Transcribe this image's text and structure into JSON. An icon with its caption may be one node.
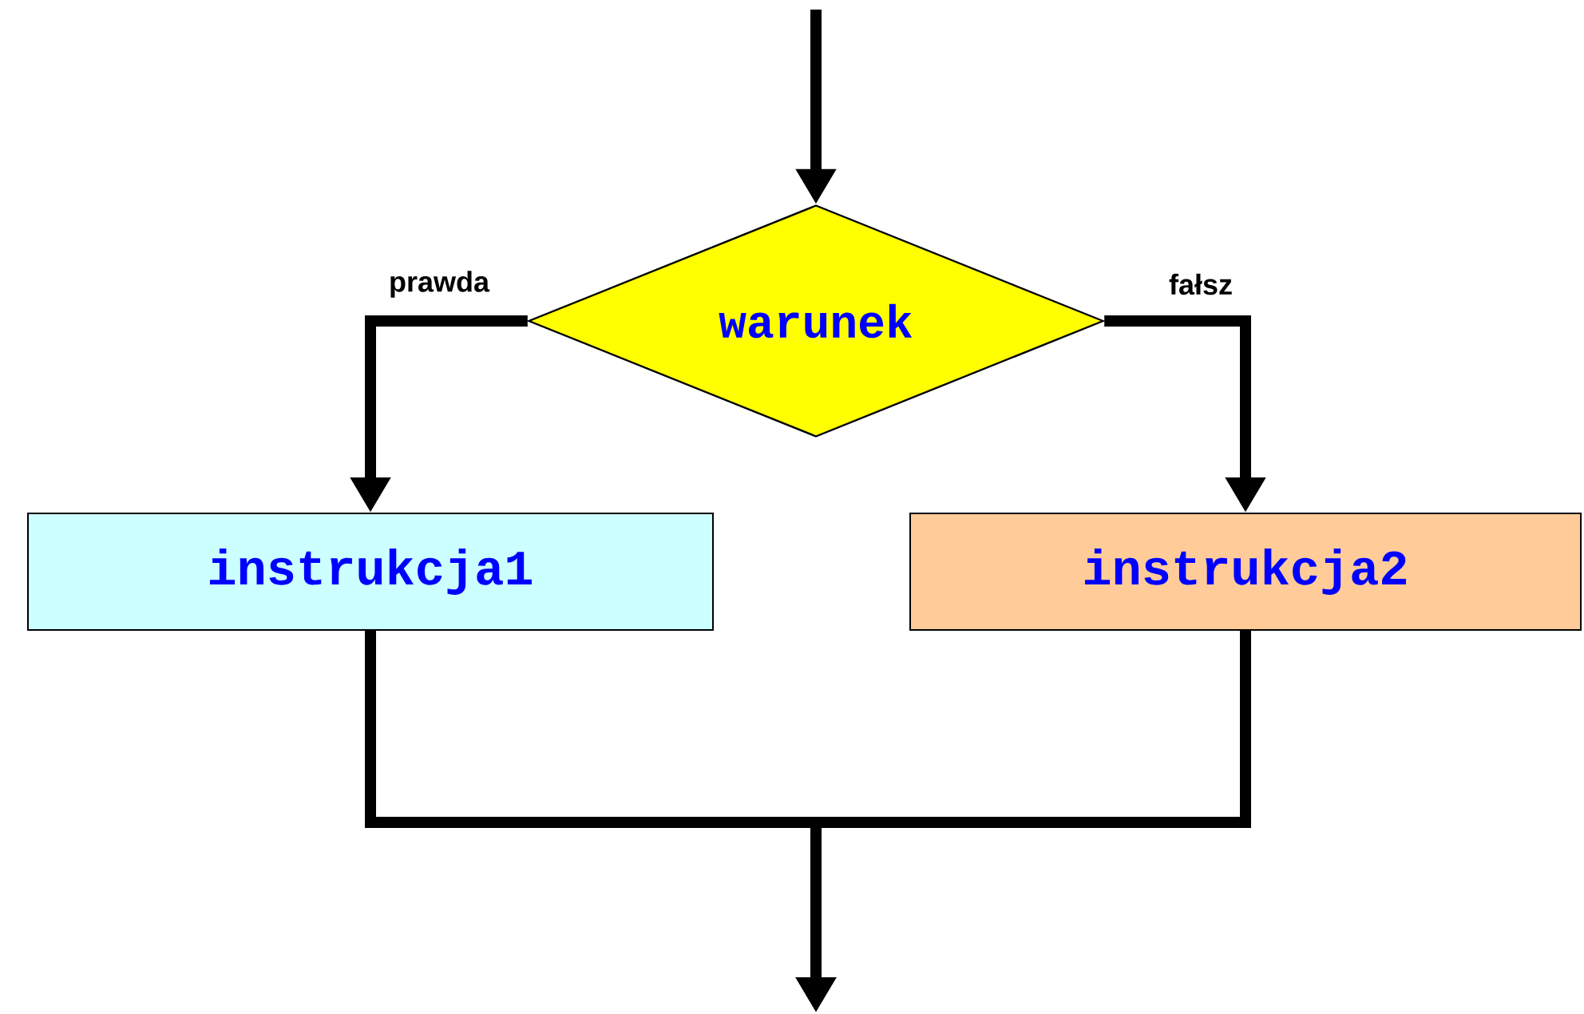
{
  "diagram": {
    "nodes": [
      {
        "text": [
          "warunek"
        ]
      },
      {
        "text": [
          "instrukcja1"
        ]
      },
      {
        "text": [
          "instrukcja2"
        ]
      }
    ],
    "edges": [
      {
        "from": null,
        "to": 0,
        "arrow": "to"
      },
      {
        "from": 0,
        "to": 1,
        "arrow": "to",
        "label": "prawda"
      },
      {
        "from": 0,
        "to": 2,
        "arrow": "to",
        "label": "fałsz"
      },
      {
        "from": 1,
        "to": null,
        "arrow": "to"
      },
      {
        "from": 2,
        "to": null,
        "arrow": "to"
      }
    ]
  }
}
